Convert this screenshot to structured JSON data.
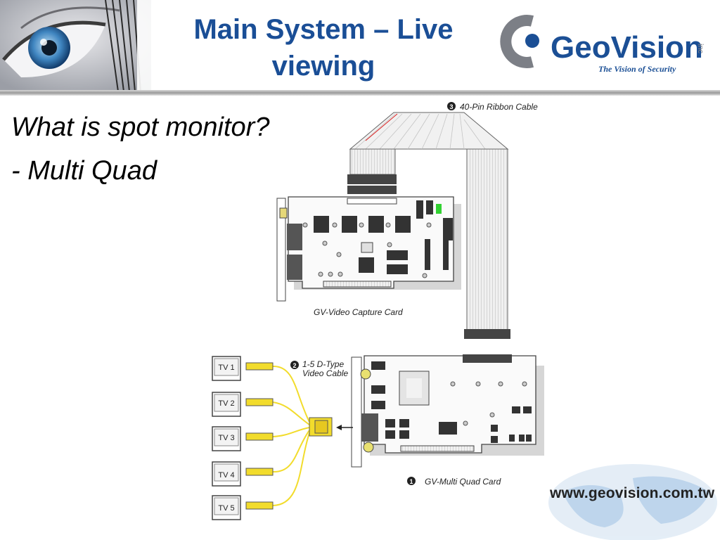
{
  "header": {
    "title_line1": "Main System – Live",
    "title_line2": "viewing",
    "logo_text": "GeoVision",
    "logo_suffix": "inc",
    "logo_tagline": "The Vision of Security"
  },
  "bullets": [
    "What is spot monitor?",
    "-  Multi Quad"
  ],
  "diagram": {
    "ribbon_cable_number": "3",
    "ribbon_cable_label": "40-Pin Ribbon Cable",
    "capture_card_label": "GV-Video Capture Card",
    "video_cable_number": "2",
    "video_cable_label_line1": "1-5 D-Type",
    "video_cable_label_line2": "Video Cable",
    "multi_quad_number": "1",
    "multi_quad_label": "GV-Multi Quad Card",
    "tv_labels": [
      "TV 1",
      "TV 2",
      "TV 3",
      "TV 4",
      "TV 5"
    ]
  },
  "footer": {
    "website": "www.geovision.com.tw"
  },
  "colors": {
    "title_blue": "#1a4e96",
    "logo_blue": "#1b4f95",
    "cable_yellow": "#f2dc2c"
  }
}
